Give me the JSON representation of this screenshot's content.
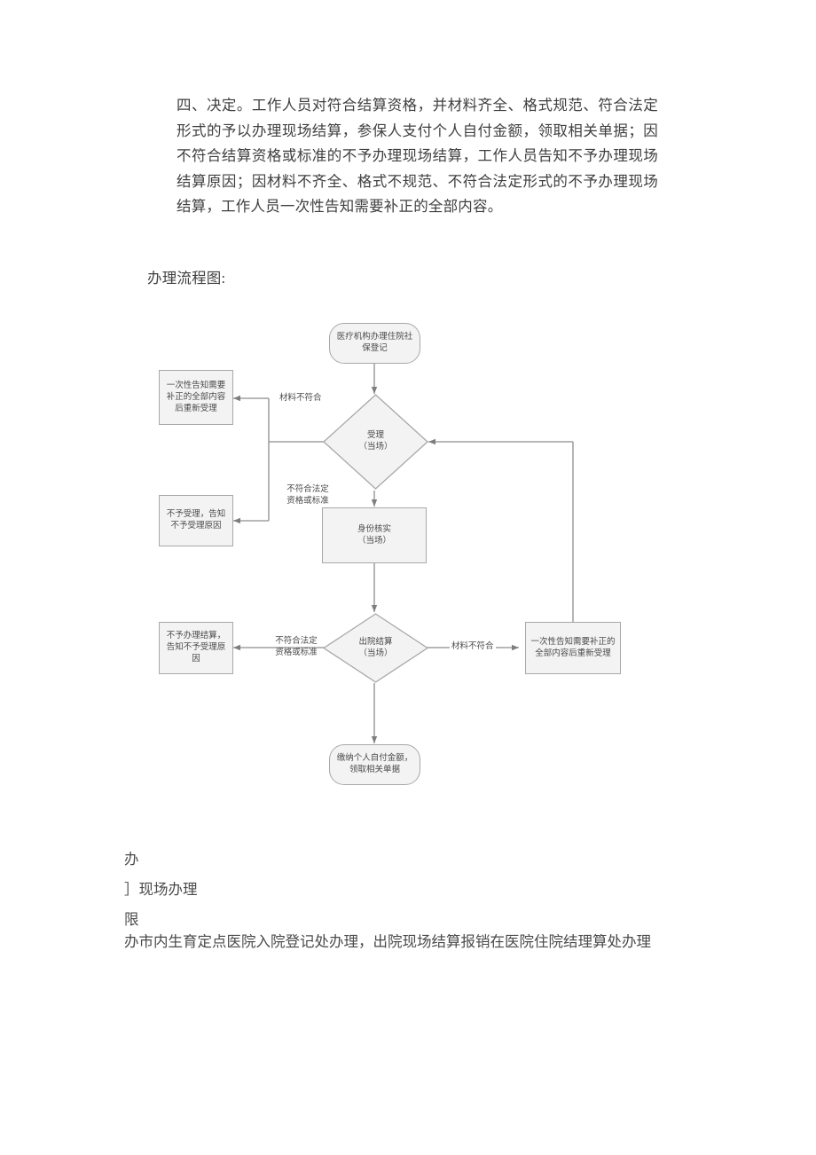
{
  "document": {
    "section_four": "四、决定。工作人员对符合结算资格，并材料齐全、格式规范、符合法定形式的予以办理现场结算，参保人支付个人自付金额，领取相关单据；因不符合结算资格或标准的不予办理现场结算，工作人员告知不予办理现场结算原因；因材料不齐全、格式不规范、不符合法定形式的不予办理现场结算，工作人员一次性告知需要补正的全部内容。",
    "chart_heading": "办理流程图:"
  },
  "flowchart": {
    "nodes": {
      "start": "医疗机构办理住院社保登记",
      "accept_decision": "受理\n（当场）",
      "accept_decision_line1": "受理",
      "accept_decision_line2": "（当场）",
      "notify_supplement_top": "一次性告知需要补正的全部内容后重新受理",
      "reject_accept": "不予受理，告知不予受理原因",
      "identity_check_line1": "身份核实",
      "identity_check_line2": "（当场）",
      "settle_decision_line1": "出院结算",
      "settle_decision_line2": "（当场）",
      "reject_settle": "不予办理结算，告知不予受理原因",
      "notify_supplement_bottom": "一次性告知需要补正的全部内容后重新受理",
      "end": "缴纳个人自付金额，领取相关单据"
    },
    "edge_labels": {
      "material_mismatch_top": "材料不符合",
      "not_qualified_top_line1": "不符合法定",
      "not_qualified_top_line2": "资格或标准",
      "not_qualified_bottom_line1": "不符合法定",
      "not_qualified_bottom_line2": "资格或标准",
      "material_mismatch_bottom": "材料不符合"
    },
    "colors": {
      "node_fill": "#f3f3f3",
      "node_border": "#a8a8a8",
      "line": "#8d8d8d",
      "text": "#4a4a4a"
    }
  },
  "bottom": {
    "line1": "办",
    "line2": "］现场办理",
    "line3": "限",
    "line4": "办市内生育定点医院入院登记处办理，出院现场结算报销在医院住院结理算处办理"
  }
}
